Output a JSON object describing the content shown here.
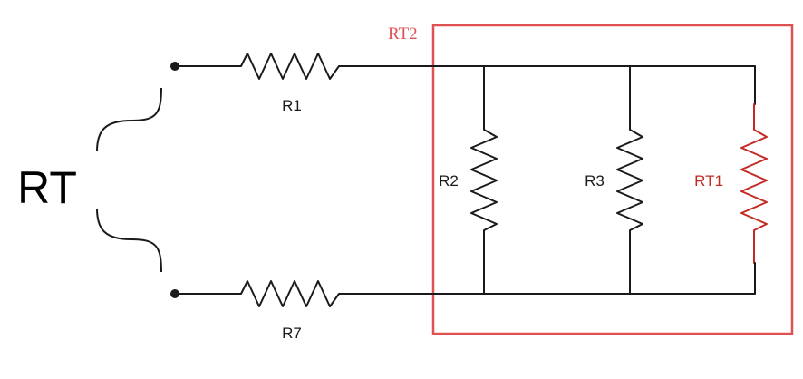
{
  "labels": {
    "rt": "RT",
    "rt2": "RT2",
    "r1": "R1",
    "r7": "R7",
    "r2": "R2",
    "r3": "R3",
    "rt1": "RT1"
  },
  "colors": {
    "wire": "#1a1a1a",
    "highlight_resistor": "#c42a24",
    "box_outline": "#e05252"
  }
}
